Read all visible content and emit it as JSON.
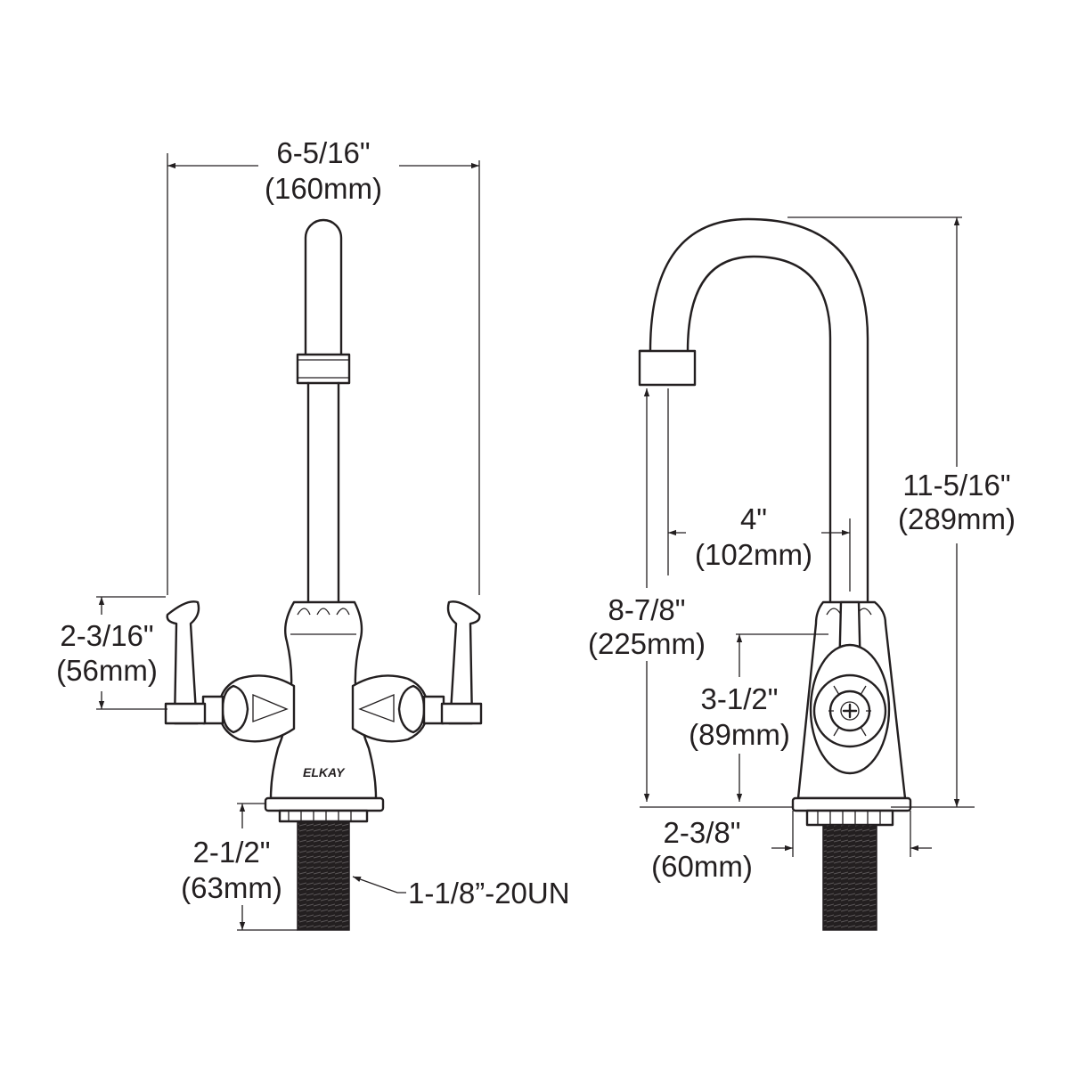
{
  "dimensions": {
    "overall_width": {
      "imperial": "6-5/16\"",
      "metric": "(160mm)"
    },
    "handle_height": {
      "imperial": "2-3/16\"",
      "metric": "(56mm)"
    },
    "shank_length": {
      "imperial": "2-1/2\"",
      "metric": "(63mm)"
    },
    "thread_spec": "1-1/8”-20UN",
    "spout_reach": {
      "imperial": "4\"",
      "metric": "(102mm)"
    },
    "overall_height": {
      "imperial": "11-5/16\"",
      "metric": "(289mm)"
    },
    "spout_clearance": {
      "imperial": "8-7/8\"",
      "metric": "(225mm)"
    },
    "handle_center_height": {
      "imperial": "3-1/2\"",
      "metric": "(89mm)"
    },
    "base_depth": {
      "imperial": "2-3/8\"",
      "metric": "(60mm)"
    }
  },
  "brand": "ELKAY",
  "colors": {
    "line": "#231f20",
    "background": "#ffffff"
  }
}
